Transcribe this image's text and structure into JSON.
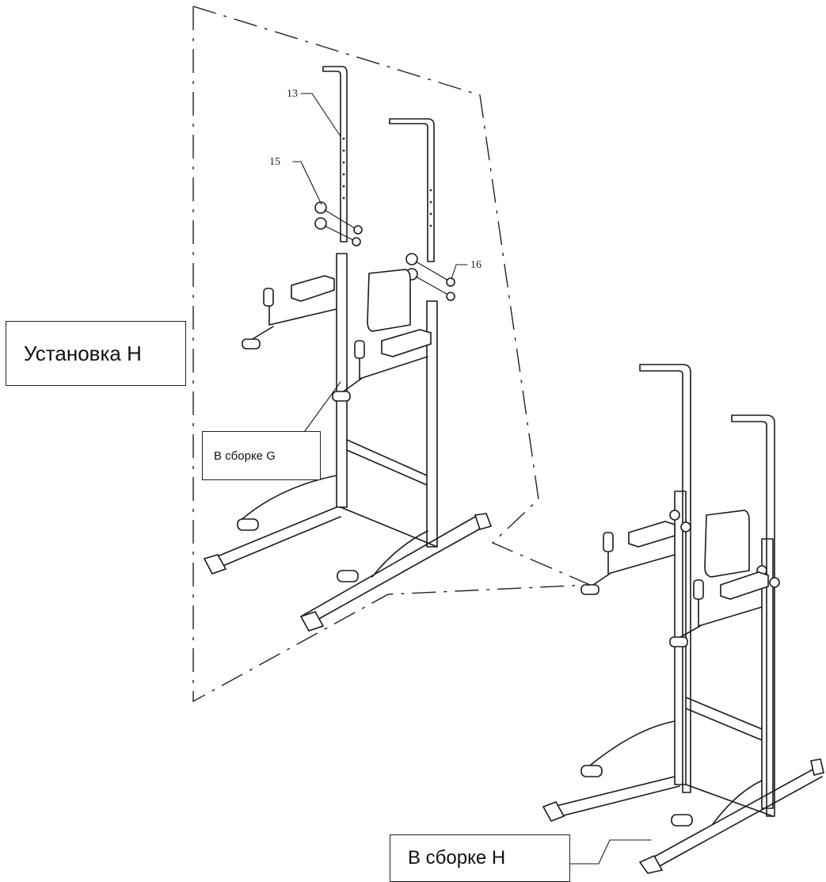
{
  "labels": {
    "install_h": "Установка H",
    "assembled_g": "В сборке G",
    "assembled_h": "В сборке H"
  },
  "callouts": {
    "part_13": "13",
    "part_15": "15",
    "part_16": "16"
  }
}
